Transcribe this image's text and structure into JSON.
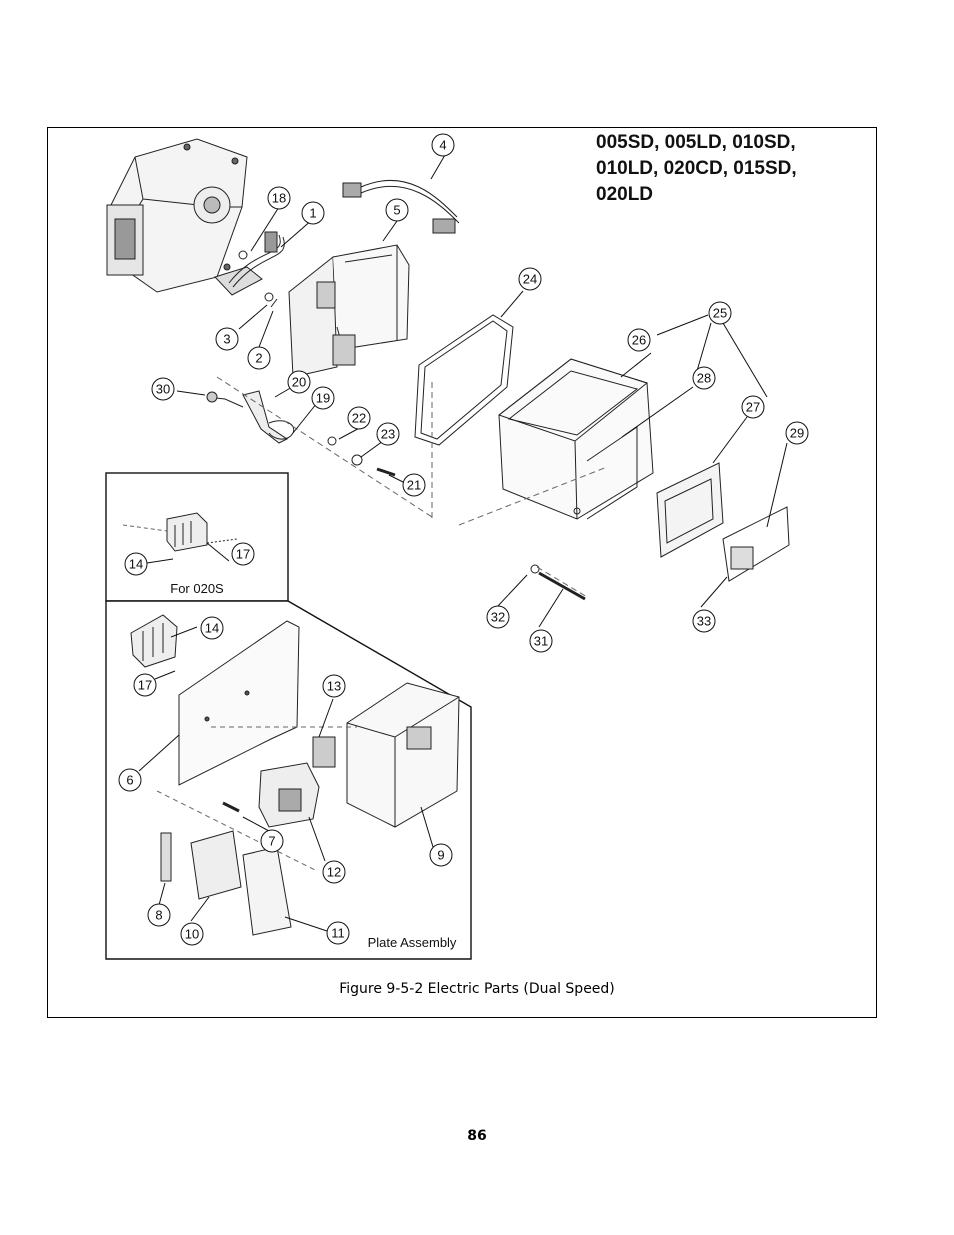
{
  "model_title": {
    "line1": "005SD, 005LD, 010SD,",
    "line2": "010LD, 020CD, 015SD,",
    "line3": "020LD"
  },
  "inset_top": {
    "label": "For 020S"
  },
  "inset_plate": {
    "label": "Plate Assembly"
  },
  "callouts": [
    "1",
    "2",
    "3",
    "4",
    "5",
    "6",
    "7",
    "8",
    "9",
    "10",
    "11",
    "12",
    "13",
    "14",
    "14",
    "17",
    "17",
    "18",
    "19",
    "20",
    "21",
    "22",
    "23",
    "24",
    "25",
    "26",
    "27",
    "28",
    "29",
    "30",
    "31",
    "32",
    "33"
  ],
  "figure_caption": "Figure 9-5-2 Electric Parts (Dual Speed)",
  "page_number": "86"
}
